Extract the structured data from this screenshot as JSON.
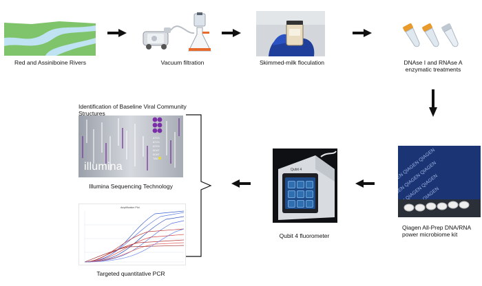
{
  "steps": {
    "rivers": "Red and Assiniboine Rivers",
    "vacuum": "Vacuum filtration",
    "skim": "Skimmed-milk floculation",
    "dnase": "DNAse I and RNAse A enzymatic treatments",
    "qiagen": "Qiagen All-Prep DNA/RNA power microbiome kit",
    "qubit": "Qubit 4 fluorometer",
    "identification": "Identification of Baseline Viral Community Structures",
    "illumina_tech": "Illumina Sequencing Technology",
    "qpcr": "Targeted quantitative PCR"
  },
  "image_text": {
    "illumina_logo": "illumina",
    "qiagen_logo": "QIAGEN",
    "qubit_logo": "Qubit 4",
    "amplification_title": "Amplification Plot"
  },
  "colors": {
    "river_green": "#7fc46a",
    "river_blue": "#bfe3f2",
    "arrow": "#111111"
  }
}
